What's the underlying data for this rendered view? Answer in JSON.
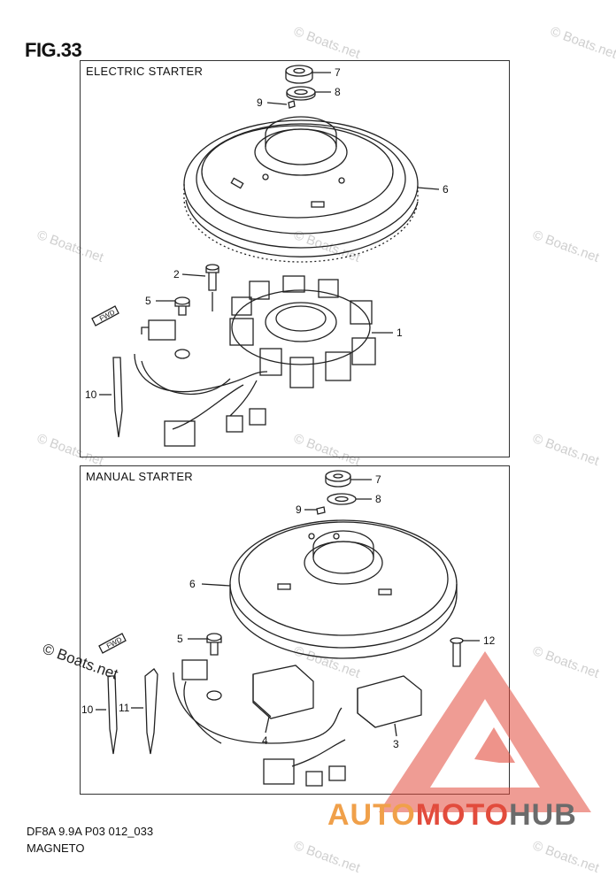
{
  "figure": {
    "title": "FIG.33",
    "code": "DF8A 9.9A P03 012_033",
    "caption": "MAGNETO"
  },
  "panels": {
    "top": {
      "label": "ELECTRIC STARTER",
      "callouts": [
        "7",
        "8",
        "9",
        "6",
        "2",
        "5",
        "1",
        "10"
      ]
    },
    "bottom": {
      "label": "MANUAL STARTER",
      "callouts": [
        "7",
        "8",
        "9",
        "6",
        "5",
        "12",
        "10",
        "11",
        "4",
        "3"
      ]
    }
  },
  "fwd_arrow": "FWD",
  "watermark": "© Boats.net",
  "brand": {
    "part1": "AUTO",
    "part2": "MOTO",
    "part3": "HUB"
  },
  "colors": {
    "brand_orange": "#f0a04a",
    "brand_red": "#e24b3c",
    "brand_gray": "#6b6b6b"
  }
}
